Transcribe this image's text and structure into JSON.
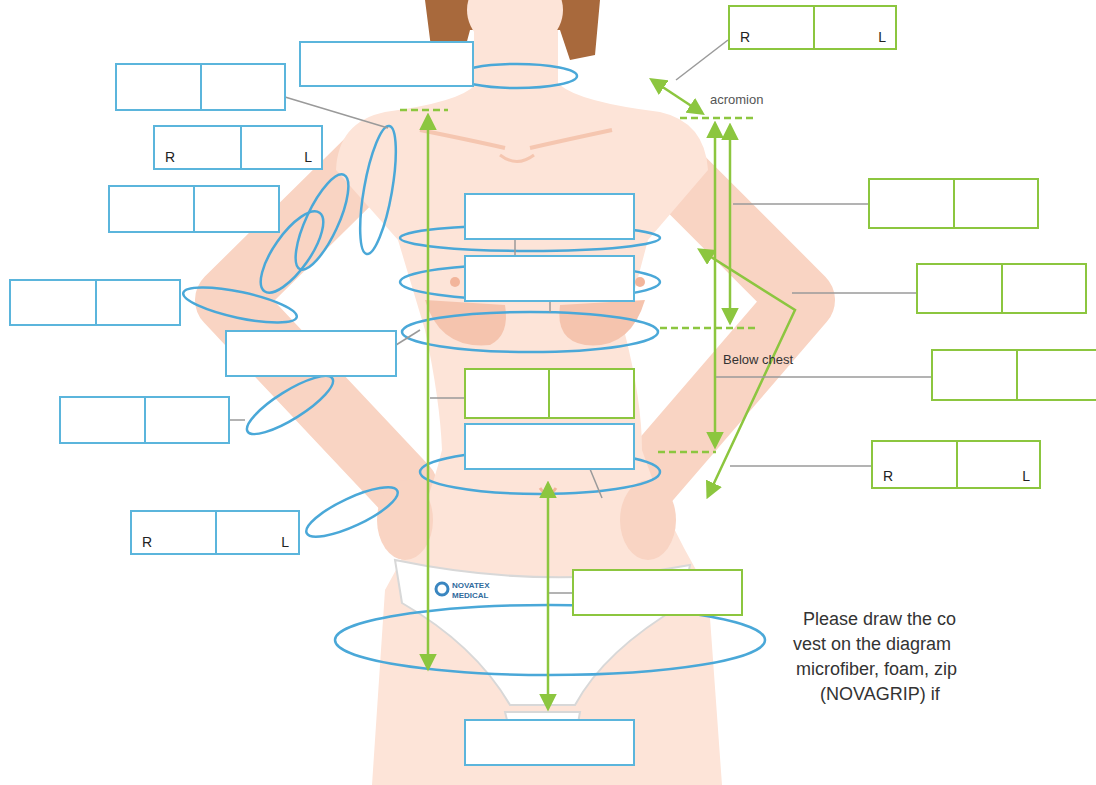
{
  "diagram": {
    "nodes": [
      {
        "text": [
          "R",
          "L"
        ]
      },
      {
        "text": [
          "R",
          "L"
        ]
      },
      {
        "text": [
          "R",
          "L"
        ]
      },
      {
        "text": [
          "R",
          "L"
        ]
      }
    ],
    "labels": [
      "acromion",
      "Below chest",
      "NOVATEX",
      "MEDICAL",
      "Please draw the co",
      "vest on the diagram",
      "microfiber, foam, zip",
      "(NOVAGRIP) if"
    ]
  }
}
